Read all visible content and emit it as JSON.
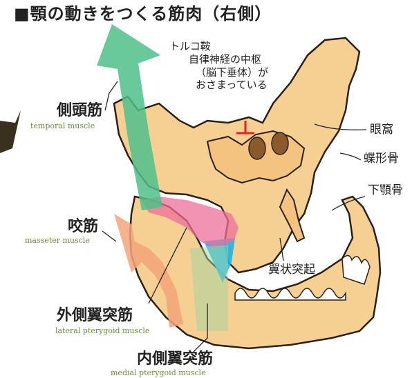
{
  "title": "■顎の動きをつくる筋肉（右側）",
  "note": {
    "line1": "トルコ鞍",
    "line2": "自律神経の中枢",
    "line3": "（脳下垂体）が",
    "line4": "おさまっている"
  },
  "muscles": {
    "temporal": {
      "jp": "側頭筋",
      "en": "temporal muscle",
      "color": "#4fbf8a"
    },
    "masseter": {
      "jp": "咬筋",
      "en": "masseter muscle",
      "color": "#f2a57a"
    },
    "lateral_pterygoid": {
      "jp": "外側翼突筋",
      "en": "lateral pterygoid muscle",
      "color": "#ee6f9a"
    },
    "medial_pterygoid": {
      "jp": "内側翼突筋",
      "en": "medial pterygoid muscle",
      "color": "#1fb3e8"
    }
  },
  "bones": {
    "orbit": "眼窩",
    "sphenoid": "蝶形骨",
    "mandible": "下顎骨",
    "pterygoid_process": "翼状突起"
  },
  "colors": {
    "bone_fill": "#f6cf93",
    "bone_stroke": "#2a1f14",
    "pointer": "#e0231c"
  }
}
